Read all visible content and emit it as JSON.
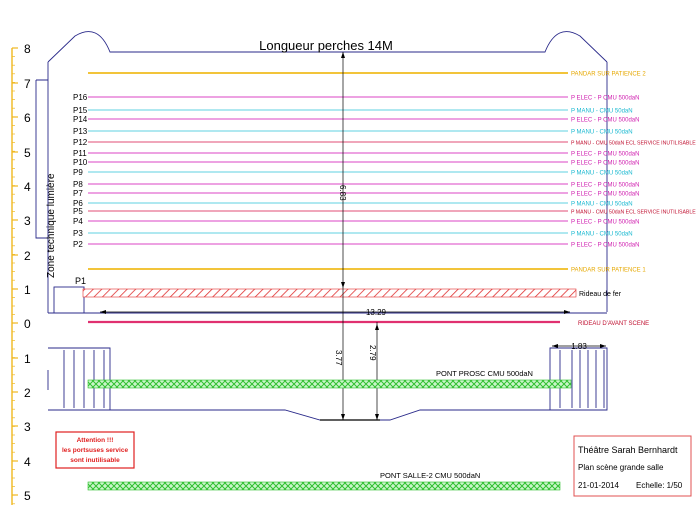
{
  "title": "Longueur perches 14M",
  "dims": {
    "height_stage": "6.83",
    "width_opening": "13.29",
    "depth_front": "3.77",
    "depth_pont": "2.79",
    "side_width": "1.83"
  },
  "side_label": "Zone technique lumière",
  "scale": {
    "upper": [
      "8",
      "7",
      "6",
      "5",
      "4",
      "3",
      "2",
      "1",
      "0"
    ],
    "lower": [
      "1",
      "2",
      "3",
      "4",
      "5"
    ]
  },
  "perches": [
    {
      "id": "pandar_top",
      "name": "",
      "label": "PANDAR SUR PATIENCE 2",
      "color": "#f2c43a",
      "label_color": "#e6a800"
    },
    {
      "id": "p16",
      "name": "P16",
      "label": "P ELEC - P CMU 500daN",
      "color": "#e26ad0",
      "label_color": "#d020b0"
    },
    {
      "id": "p15",
      "name": "P15",
      "label": "P MANU - CMU 50daN",
      "color": "#7fd9e8",
      "label_color": "#18b8d0"
    },
    {
      "id": "p14",
      "name": "P14",
      "label": "P ELEC - P CMU 500daN",
      "color": "#e26ad0",
      "label_color": "#d020b0"
    },
    {
      "id": "p13",
      "name": "P13",
      "label": "P MANU - CMU 50daN",
      "color": "#7fd9e8",
      "label_color": "#18b8d0"
    },
    {
      "id": "p12",
      "name": "P12",
      "label": "P MANU - CMU 50daN ECL SERVICE INUTILISABLE",
      "color": "#e87090",
      "label_color": "#c01030"
    },
    {
      "id": "p11",
      "name": "P11",
      "label": "P ELEC - P CMU 500daN",
      "color": "#e26ad0",
      "label_color": "#d020b0"
    },
    {
      "id": "p10",
      "name": "P10",
      "label": "P ELEC - P CMU 500daN",
      "color": "#e26ad0",
      "label_color": "#d020b0"
    },
    {
      "id": "p9",
      "name": "P9",
      "label": "P MANU - CMU 50daN",
      "color": "#7fd9e8",
      "label_color": "#18b8d0"
    },
    {
      "id": "p8",
      "name": "P8",
      "label": "P ELEC - P CMU 500daN",
      "color": "#e26ad0",
      "label_color": "#d020b0"
    },
    {
      "id": "p7",
      "name": "P7",
      "label": "P ELEC - P CMU 500daN",
      "color": "#e26ad0",
      "label_color": "#d020b0"
    },
    {
      "id": "p6",
      "name": "P6",
      "label": "P MANU - CMU 50daN",
      "color": "#7fd9e8",
      "label_color": "#18b8d0"
    },
    {
      "id": "p5",
      "name": "P5",
      "label": "P MANU - CMU 50daN ECL SERVICE INUTILISABLE",
      "color": "#e87090",
      "label_color": "#c01030"
    },
    {
      "id": "p4",
      "name": "P4",
      "label": "P ELEC - P CMU 500daN",
      "color": "#e26ad0",
      "label_color": "#d020b0"
    },
    {
      "id": "p3",
      "name": "P3",
      "label": "P MANU - CMU 50daN",
      "color": "#7fd9e8",
      "label_color": "#18b8d0"
    },
    {
      "id": "p2",
      "name": "P2",
      "label": "P ELEC - P CMU 500daN",
      "color": "#e26ad0",
      "label_color": "#d020b0"
    },
    {
      "id": "pandar_bottom",
      "name": "",
      "label": "PANDAR SUR PATIENCE 1",
      "color": "#f2c43a",
      "label_color": "#e6a800"
    }
  ],
  "p1_label": "P1",
  "rideau_fer": "Rideau de fer",
  "rideau_avant": "RIDEAU D'AVANT SCENE",
  "pont_prosc": "PONT PROSC CMU 500daN",
  "pont_salle": "PONT SALLE-2 CMU 500daN",
  "warning": [
    "Attention !!!",
    "les portsuses service",
    "sont inutilisable"
  ],
  "info": {
    "theatre": "Théâtre Sarah Bernhardt",
    "plan": "Plan scène grande salle",
    "date": "21-01-2014",
    "scale": "Echelle: 1/50"
  },
  "colors": {
    "scale": "#f0b820",
    "outline": "#2a2a8a",
    "hatch_red": "#e03030",
    "hatch_green": "#40d040",
    "dim": "#000000"
  }
}
